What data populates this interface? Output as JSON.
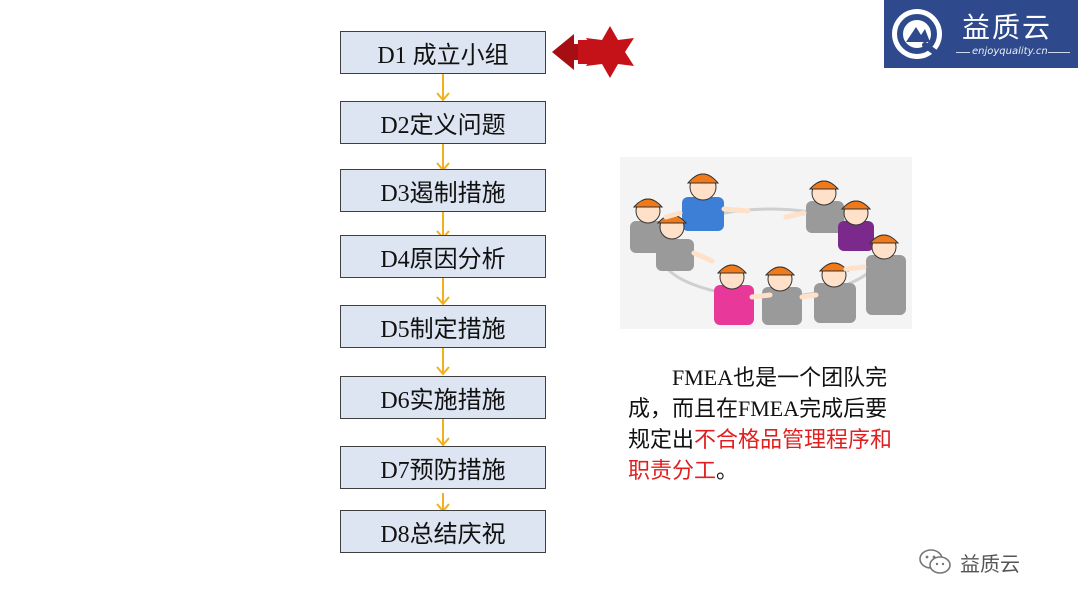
{
  "steps": [
    {
      "label": "D1 成立小组"
    },
    {
      "label": "D2定义问题"
    },
    {
      "label": "D3遏制措施"
    },
    {
      "label": "D4原因分析"
    },
    {
      "label": "D5制定措施"
    },
    {
      "label": "D6实施措施"
    },
    {
      "label": "D7预防措施"
    },
    {
      "label": "D8总结庆祝"
    }
  ],
  "logo": {
    "title": "益质云",
    "url": "enjoyquality.cn"
  },
  "description": {
    "prefix": "　　FMEA也是一个团队完成，而且在FMEA完成后要规定出",
    "highlight": "不合格品管理程序和职责分工",
    "suffix": "。"
  },
  "watermark": {
    "text": "益质云"
  },
  "colors": {
    "box_fill": "#dce5f1",
    "box_border": "#3f3f3f",
    "arrow": "#f2b01e",
    "pointer": "#c41218",
    "highlight": "#e02020",
    "logo_bg": "#2e4a8c"
  },
  "icons": [
    "red-star-arrow-icon",
    "logo-q-icon",
    "wechat-icon"
  ]
}
